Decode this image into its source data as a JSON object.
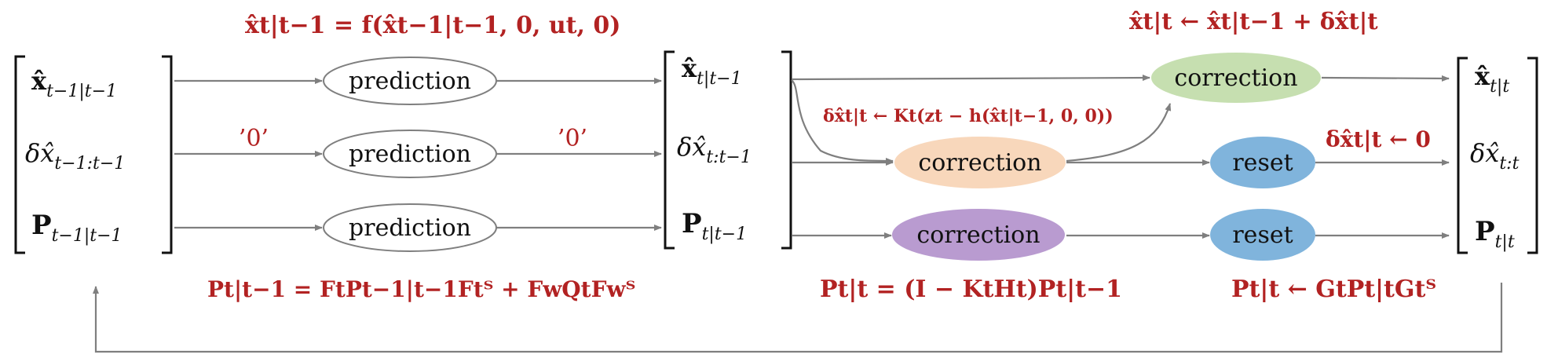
{
  "colors": {
    "arrow": "#7f7f7f",
    "red_text": "#b22222",
    "prediction_fill": "#ffffff",
    "correction_green": "#c6dfb0",
    "correction_orange": "#f8d7bb",
    "correction_purple": "#b99bd0",
    "reset_blue": "#80b4dc"
  },
  "state_prev": {
    "x": "x̂",
    "x_sub": "t−1|t−1",
    "dx": "δx̂",
    "dx_sub": "t−1:t−1",
    "P": "P",
    "P_sub": "t−1|t−1"
  },
  "state_pred": {
    "x": "x̂",
    "x_sub": "t|t−1",
    "dx": "δx̂",
    "dx_sub": "t:t−1",
    "P": "P",
    "P_sub": "t|t−1"
  },
  "state_upd": {
    "x": "x̂",
    "x_sub": "t|t",
    "dx": "δx̂",
    "dx_sub": "t:t",
    "P": "P",
    "P_sub": "t|t"
  },
  "nodes": {
    "prediction_1": "prediction",
    "prediction_2": "prediction",
    "prediction_3": "prediction",
    "correction_mean": "correction",
    "correction_error": "correction",
    "correction_cov": "correction",
    "reset_error": "reset",
    "reset_cov": "reset"
  },
  "labels": {
    "zero_in": "’0’",
    "zero_out": "’0’",
    "eq_mean_pred": "x̂t|t−1 = f(x̂t−1|t−1, 0, ut, 0)",
    "eq_mean_corr": "x̂t|t ← x̂t|t−1 + δx̂t|t",
    "eq_error_corr": "δx̂t|t ← Kt(zt − h(x̂t|t−1, 0, 0))",
    "eq_error_reset": "δx̂t|t ← 0",
    "eq_cov_pred": "Pt|t−1 = FtPt−1|t−1Ftᵀ + FwQtFwᵀ",
    "eq_cov_corr": "Pt|t = (I − KtHt)Pt|t−1",
    "eq_cov_reset": "Pt|t ← GtPt|tGtᵀ"
  }
}
